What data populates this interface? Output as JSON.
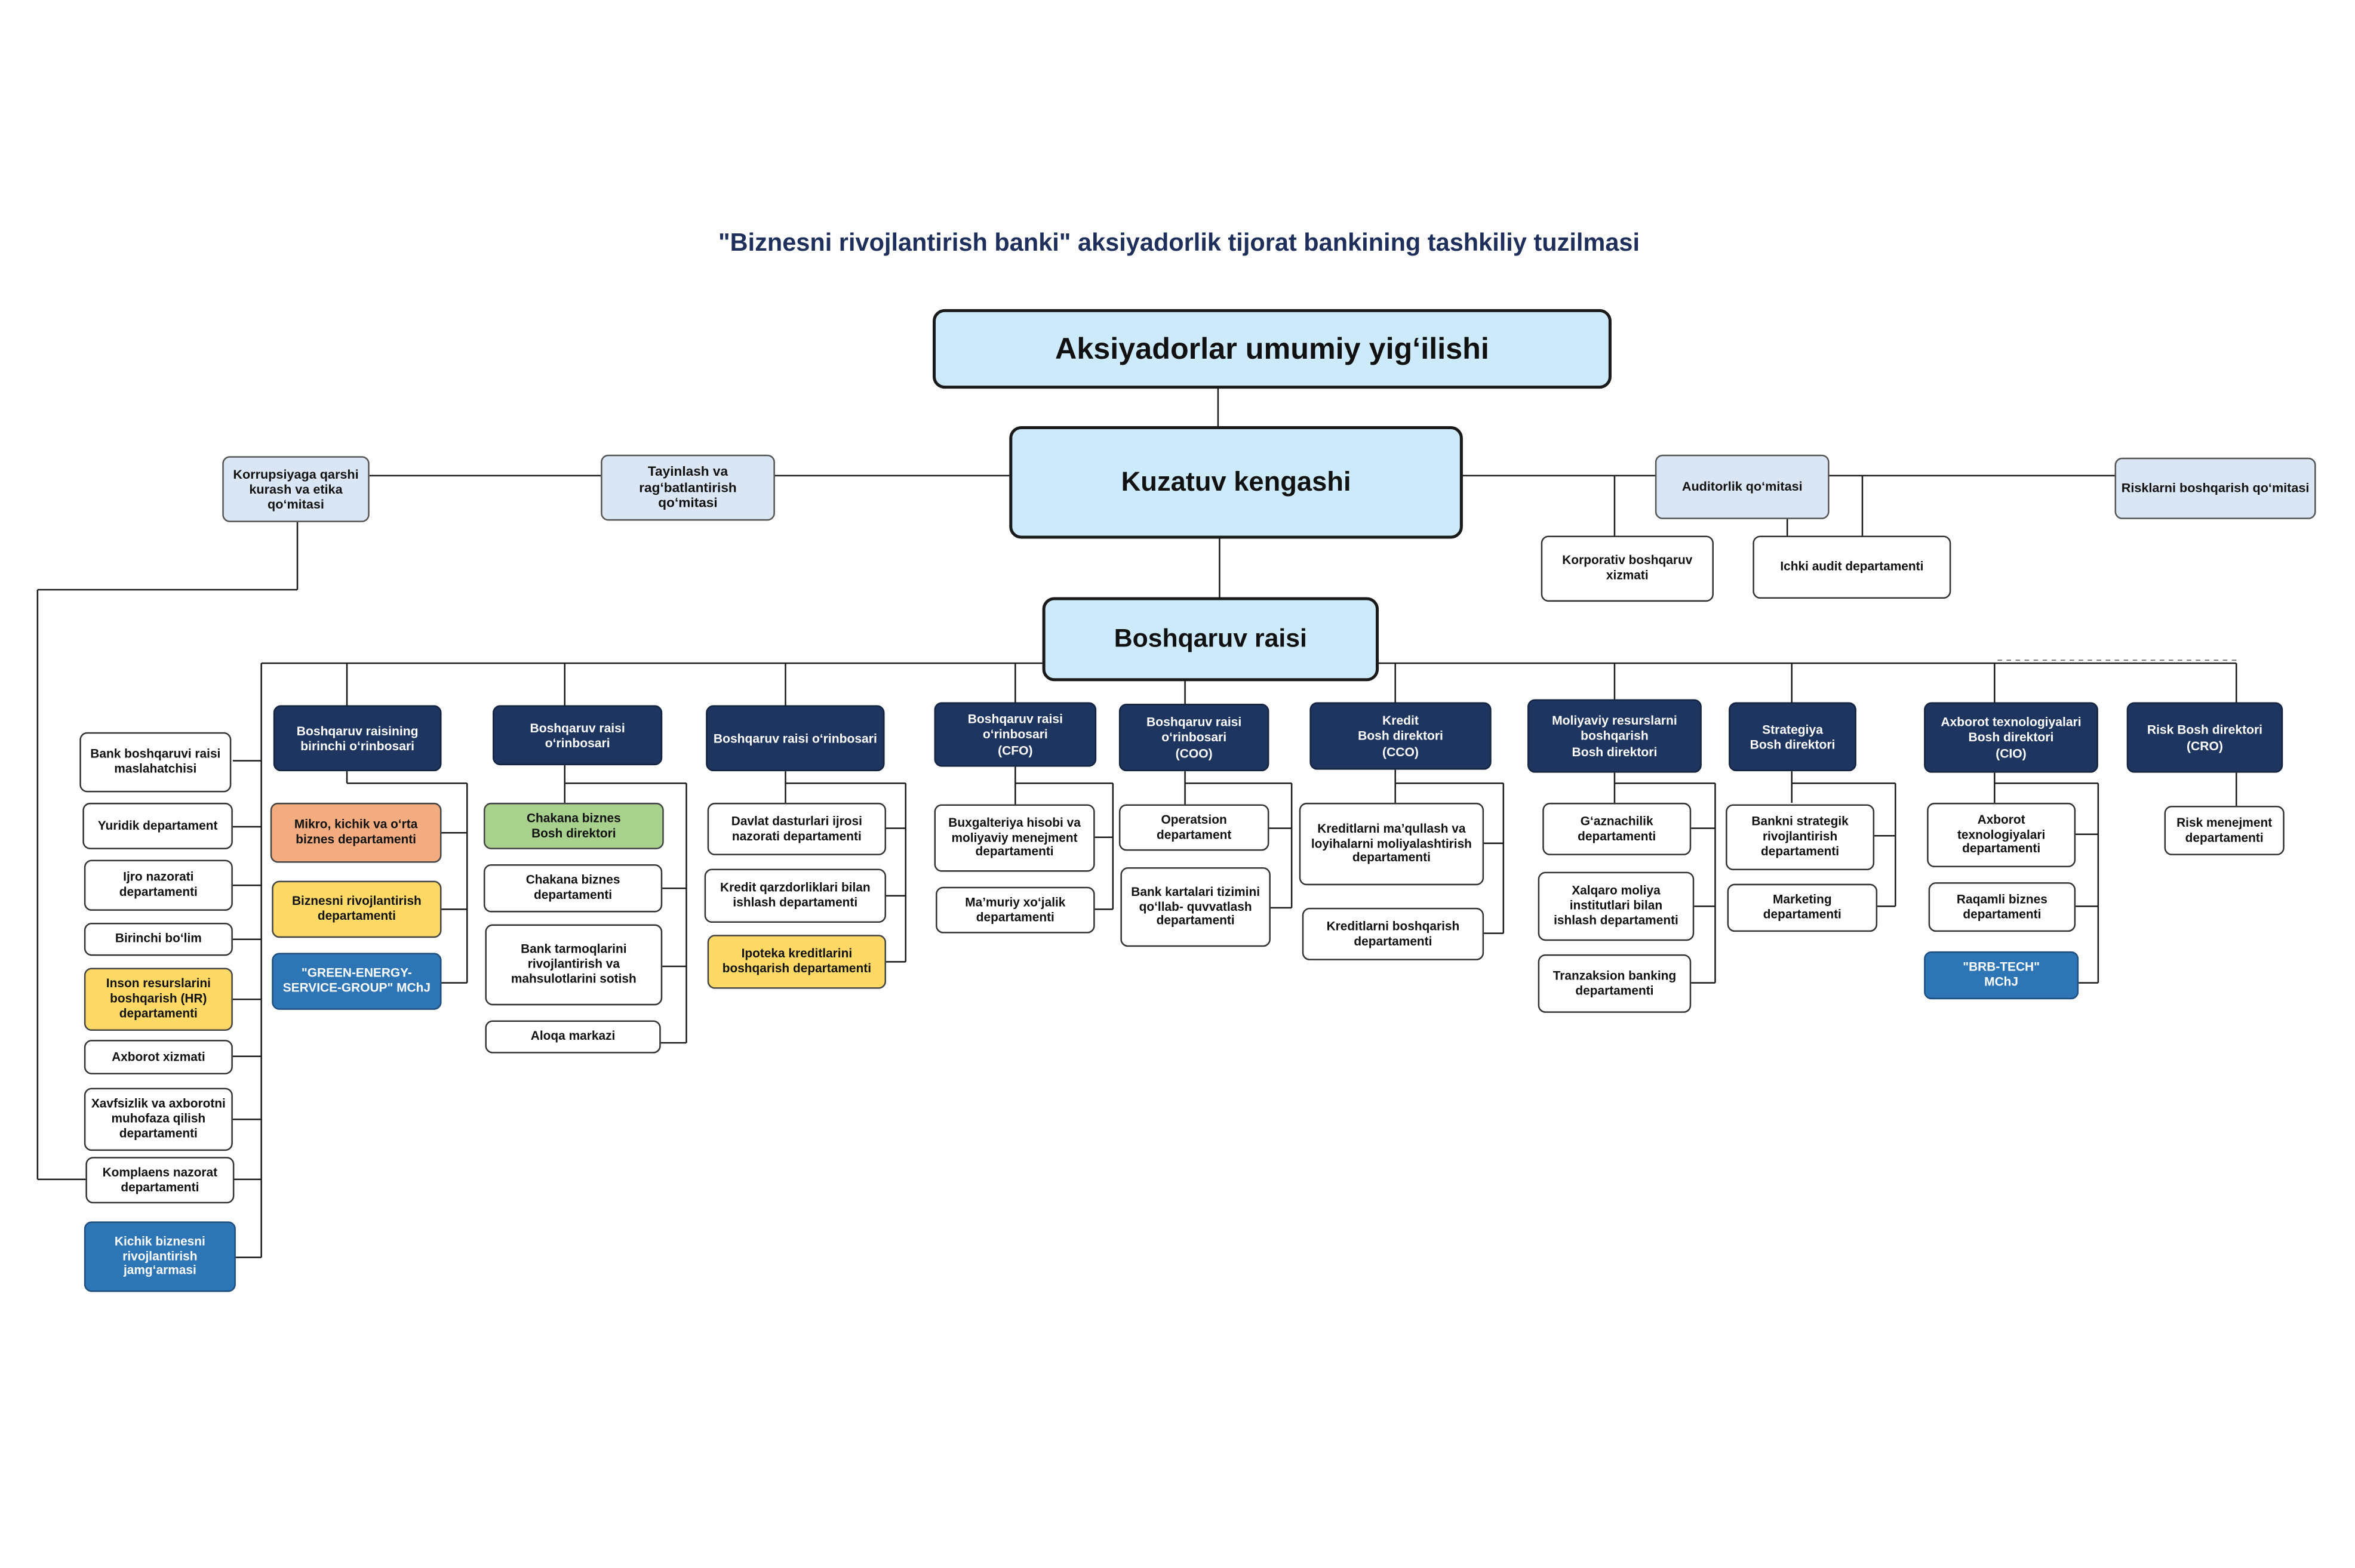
{
  "title": "\"Biznesni rivojlantirish banki\" aksiyadorlik tijorat bankining tashkiliy tuzilmasi",
  "nodes": {
    "agm": "Aksiyadorlar umumiy yig‘ilishi",
    "board": "Kuzatuv kengashi",
    "chairman": "Boshqaruv raisi",
    "corruption_committee": "Korrupsiyaga qarshi\nkurash va etika\nqo‘mitasi",
    "appointment_committee": "Tayinlash va\nrag‘batlantirish\nqo‘mitasi",
    "audit_committee": "Auditorlik qo‘mitasi",
    "risk_committee": "Risklarni boshqarish qo‘mitasi",
    "corporate_governance": "Korporativ boshqaruv\nxizmati",
    "internal_audit": "Ichki audit departamenti",
    "advisor": "Bank boshqaruvi raisi\nmaslahatchisi",
    "legal": "Yuridik departament",
    "execution_control": "Ijro nazorati\ndepartamenti",
    "first_section": "Birinchi bo‘lim",
    "hr": "Inson resurslarini\nboshqarish (HR)\ndepartamenti",
    "info_service": "Axborot xizmati",
    "security": "Xavfsizlik va axborotni\nmuhofaza qilish\ndepartamenti",
    "compliance": "Komplaens nazorat\ndepartamenti",
    "fund": "Kichik biznesni\nrivojlantirish\njamg‘armasi",
    "first_deputy": "Boshqaruv raisining\nbirinchi o‘rinbosari",
    "msme": "Mikro, kichik va o‘rta\nbiznes  departamenti",
    "biz_dev": "Biznesni rivojlantirish\ndepartamenti",
    "green_energy": "\"GREEN-ENERGY-\nSERVICE-GROUP\" MChJ",
    "deputy_retail": "Boshqaruv raisi o‘rinbosari",
    "retail_director": "Chakana biznes\nBosh direktori",
    "retail_dept": "Chakana biznes\ndepartamenti",
    "branch_network": "Bank tarmoqlarini\nrivojlantirish va\nmahsulotlarini sotish",
    "call_center": "Aloqa markazi",
    "deputy_state": "Boshqaruv raisi o‘rinbosari",
    "state_programs": "Davlat dasturlari ijrosi\nnazorati departamenti",
    "debt_work": "Kredit qarzdorliklari bilan\nishlash departamenti",
    "mortgage": "Ipoteka kreditlarini\nboshqarish departamenti",
    "cfo": "Boshqaruv raisi\no‘rinbosari\n(CFO)",
    "accounting": "Buxgalteriya hisobi va\nmoliyaviy menejment\ndepartamenti",
    "admin": "Ma’muriy xo‘jalik\ndepartamenti",
    "coo": "Boshqaruv raisi\no‘rinbosari\n(COO)",
    "operations": "Operatsion\ndepartament",
    "cards": "Bank kartalari tizimini\nqo‘llab- quvvatlash\ndepartamenti",
    "cco": "Kredit\nBosh direktori\n(CCO)",
    "project_finance": "Kreditlarni ma’qullash va\nloyihalarni moliyalashtirish\ndepartamenti",
    "credit_management": "Kreditlarni boshqarish\ndepartamenti",
    "finres": "Moliyaviy resurslarni\nboshqarish\nBosh direktori",
    "treasury": "G‘aznachilik\ndepartamenti",
    "intl": "Xalqaro moliya\ninstitutlari bilan\nishlash departamenti",
    "transaction": "Tranzaksion banking\ndepartamenti",
    "strategy": "Strategiya\nBosh direktori",
    "strategic_dev": "Bankni strategik\nrivojlantirish\ndepartamenti",
    "marketing": "Marketing\ndepartamenti",
    "cio": "Axborot texnologiyalari\nBosh direktori\n(CIO)",
    "it_dept": "Axborot\ntexnologiyalari\ndepartamenti",
    "digital": "Raqamli biznes\ndepartamenti",
    "brb_tech": "\"BRB-TECH\"\nMChJ",
    "cro": "Risk Bosh direktori\n(CRO)",
    "risk_mgmt": "Risk menejment\ndepartamenti"
  }
}
